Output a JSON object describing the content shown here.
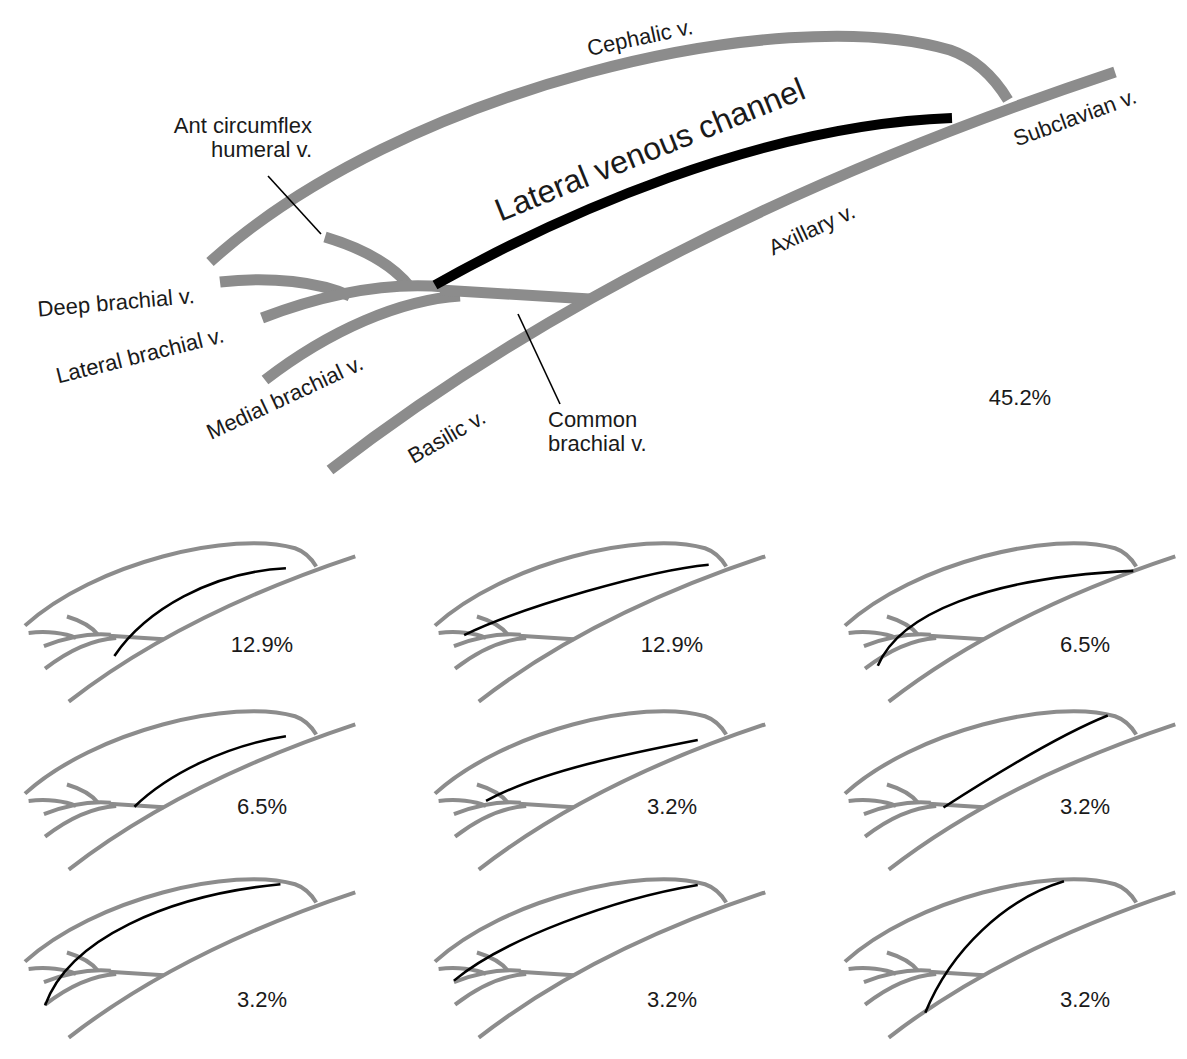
{
  "diagram": {
    "labels": [
      "Cephalic v.",
      "Ant circumflex humeral v.",
      "Lateral venous channel",
      "Subclavian v.",
      "Axillary v.",
      "Deep brachial v.",
      "Lateral brachial v.",
      "Medial brachial v.",
      "Basilic v.",
      "Common brachial v.",
      "45.2%",
      "12.9%",
      "12.9%",
      "6.5%",
      "6.5%",
      "3.2%",
      "3.2%",
      "3.2%",
      "3.2%",
      "3.2%"
    ]
  }
}
